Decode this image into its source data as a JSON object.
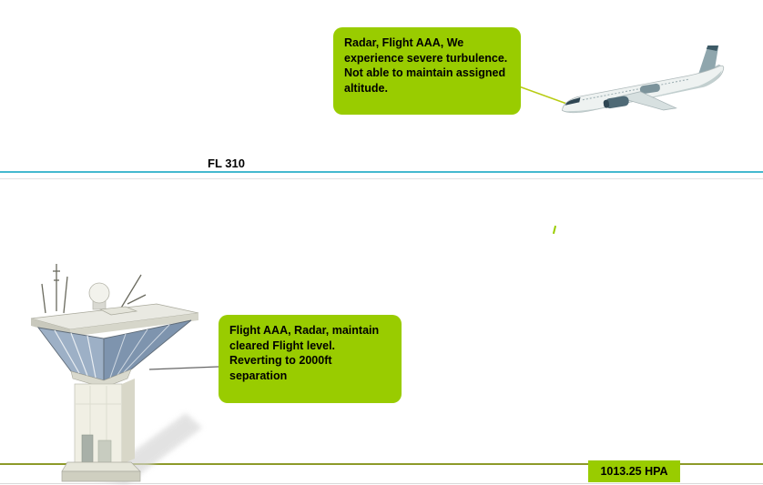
{
  "callouts": {
    "pilot": {
      "text": "Radar, Flight AAA, We experience severe turbulence. Not able to maintain assigned altitude."
    },
    "atc": {
      "text": "Flight AAA, Radar, maintain cleared Flight level. Reverting to 2000ft separation"
    }
  },
  "labels": {
    "flight_level": "FL 310",
    "pressure_setting": "1013.25 HPA"
  },
  "colors": {
    "bubble_green": "#99cc00",
    "flight_level_line": "#45b9cf",
    "ground_line": "#8d9a29",
    "connector_pilot": "#b8cc14",
    "connector_atc": "#666666"
  }
}
